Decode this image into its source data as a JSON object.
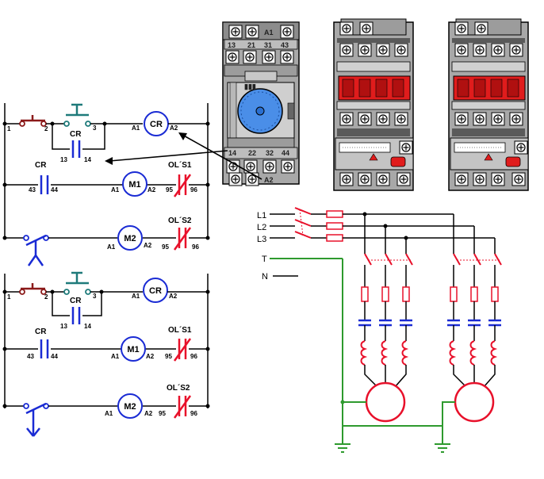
{
  "ladder_top": {
    "rung1": {
      "left_node": "1",
      "node2": "2",
      "node3": "3",
      "contact_label": "CR",
      "coil_label": "CR",
      "a1": "A1",
      "a2": "A2"
    },
    "seal_in": {
      "label": "CR",
      "left": "13",
      "right": "14"
    },
    "rung2": {
      "contact_label": "CR",
      "left": "43",
      "right": "44",
      "coil_label": "M1",
      "a1": "A1",
      "a2": "A2",
      "ol_label": "OL´S1",
      "ol_left": "95",
      "ol_right": "96"
    },
    "rung3": {
      "coil_label": "M2",
      "a1": "A1",
      "a2": "A2",
      "ol_label": "OL´S2",
      "ol_left": "95",
      "ol_right": "96"
    }
  },
  "ladder_bottom": {
    "rung1": {
      "left_node": "1",
      "node2": "2",
      "node3": "3",
      "contact_label": "CR",
      "coil_label": "CR",
      "a1": "A1",
      "a2": "A2"
    },
    "seal_in": {
      "label": "CR",
      "left": "13",
      "right": "14"
    },
    "rung2": {
      "contact_label": "CR",
      "left": "43",
      "right": "44",
      "coil_label": "M1",
      "a1": "A1",
      "a2": "A2",
      "ol_label": "OL´S1",
      "ol_left": "95",
      "ol_right": "96"
    },
    "rung3": {
      "coil_label": "M2",
      "a1": "A1",
      "a2": "A2",
      "ol_label": "OL´S2",
      "ol_left": "95",
      "ol_right": "96"
    }
  },
  "relay": {
    "top_terminals": [
      "13",
      "21",
      "31",
      "43"
    ],
    "top_coil": "A1",
    "bottom_terminals": [
      "14",
      "22",
      "32",
      "44"
    ],
    "bottom_coil": "A2"
  },
  "power": {
    "phases": [
      "L1",
      "L2",
      "L3"
    ],
    "earth": "T",
    "neutral": "N"
  },
  "colors": {
    "wire": "#000000",
    "contact_no": "#1a2bd4",
    "contact_nc": "#e8102a",
    "pushbutton": "#1e7a7a",
    "stop_button": "#8b1a1a",
    "coil": "#1a2bd4",
    "earth_wire": "#2e9a2e",
    "fuse": "#e8102a",
    "motor": "#e8102a",
    "device_body": "#a8a8a8",
    "device_red": "#e01c1c",
    "knob": "#4a8ee8"
  }
}
